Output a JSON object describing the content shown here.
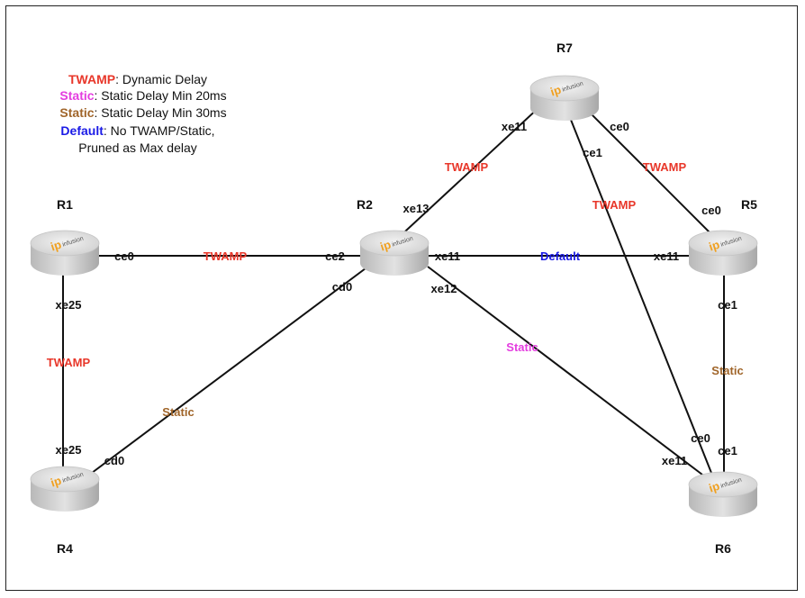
{
  "legend": [
    {
      "key": "TWAMP",
      "color": "#e8372a",
      "text": ": Dynamic Delay"
    },
    {
      "key": "Static",
      "color": "#e43ee0",
      "text": ": Static Delay Min 20ms"
    },
    {
      "key": "Static",
      "color": "#a0652a",
      "text": ": Static Delay Min 30ms"
    },
    {
      "key": "Default",
      "color": "#1a1ae6",
      "text": ": No TWAMP/Static,"
    }
  ],
  "legend_extra": "Pruned as Max delay",
  "colors": {
    "twamp": "#e8372a",
    "static20": "#e43ee0",
    "static30": "#a0652a",
    "default": "#1a1ae6"
  },
  "routers": {
    "R1": {
      "name": "R1",
      "logo": "ip",
      "logo_sub": "infusion"
    },
    "R2": {
      "name": "R2",
      "logo": "ip",
      "logo_sub": "infusion"
    },
    "R4": {
      "name": "R4",
      "logo": "ip",
      "logo_sub": "infusion"
    },
    "R5": {
      "name": "R5",
      "logo": "ip",
      "logo_sub": "infusion"
    },
    "R6": {
      "name": "R6",
      "logo": "ip",
      "logo_sub": "infusion"
    },
    "R7": {
      "name": "R7",
      "logo": "ip",
      "logo_sub": "infusion"
    }
  },
  "links": {
    "r1_r2": {
      "label": "TWAMP",
      "a_if": "ce0",
      "b_if": "ce2"
    },
    "r1_r4": {
      "label": "TWAMP",
      "a_if": "xe25",
      "b_if": "xe25"
    },
    "r2_r4": {
      "label": "Static",
      "a_if": "cd0",
      "b_if": "cd0"
    },
    "r2_r7": {
      "label": "TWAMP",
      "a_if": "xe13",
      "b_if": "xe11"
    },
    "r2_r5": {
      "label": "Default",
      "a_if": "xe11",
      "b_if": "xe11"
    },
    "r2_r6": {
      "label": "Static",
      "a_if": "xe12",
      "b_if": "xe11"
    },
    "r7_r5": {
      "label": "TWAMP",
      "a_if": "ce0",
      "b_if": "ce0"
    },
    "r7_r6": {
      "label": "TWAMP",
      "a_if": "ce1",
      "b_if": "ce0"
    },
    "r5_r6": {
      "label": "Static",
      "a_if": "ce1",
      "b_if": "ce1"
    }
  }
}
